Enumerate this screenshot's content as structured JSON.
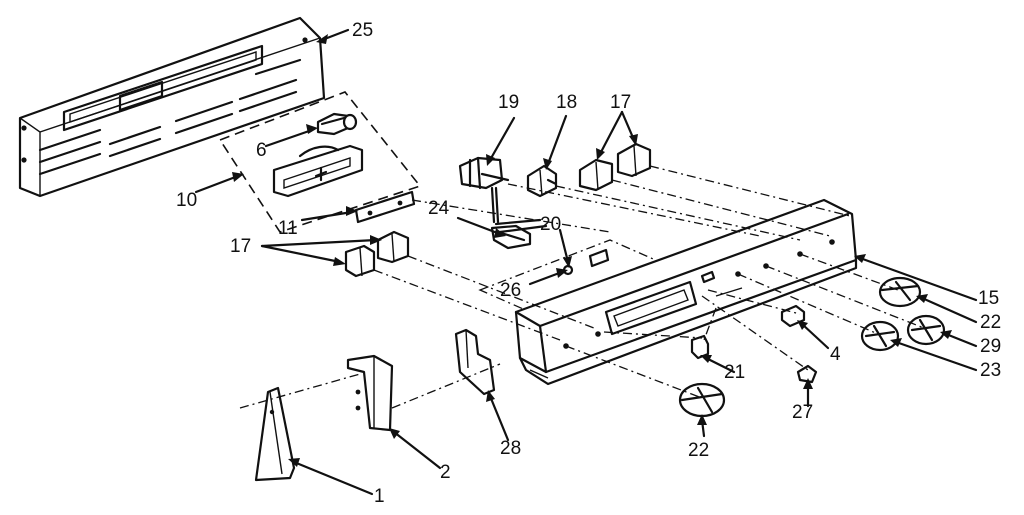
{
  "diagram": {
    "callouts": {
      "p1": "1",
      "p2": "2",
      "p4": "4",
      "p6": "6",
      "p10": "10",
      "p11": "11",
      "p15": "15",
      "p17a": "17",
      "p17b": "17",
      "p18": "18",
      "p19": "19",
      "p20": "20",
      "p21": "21",
      "p22a": "22",
      "p22b": "22",
      "p23": "23",
      "p24": "24",
      "p25": "25",
      "p26": "26",
      "p27": "27",
      "p28": "28",
      "p29": "29"
    }
  }
}
